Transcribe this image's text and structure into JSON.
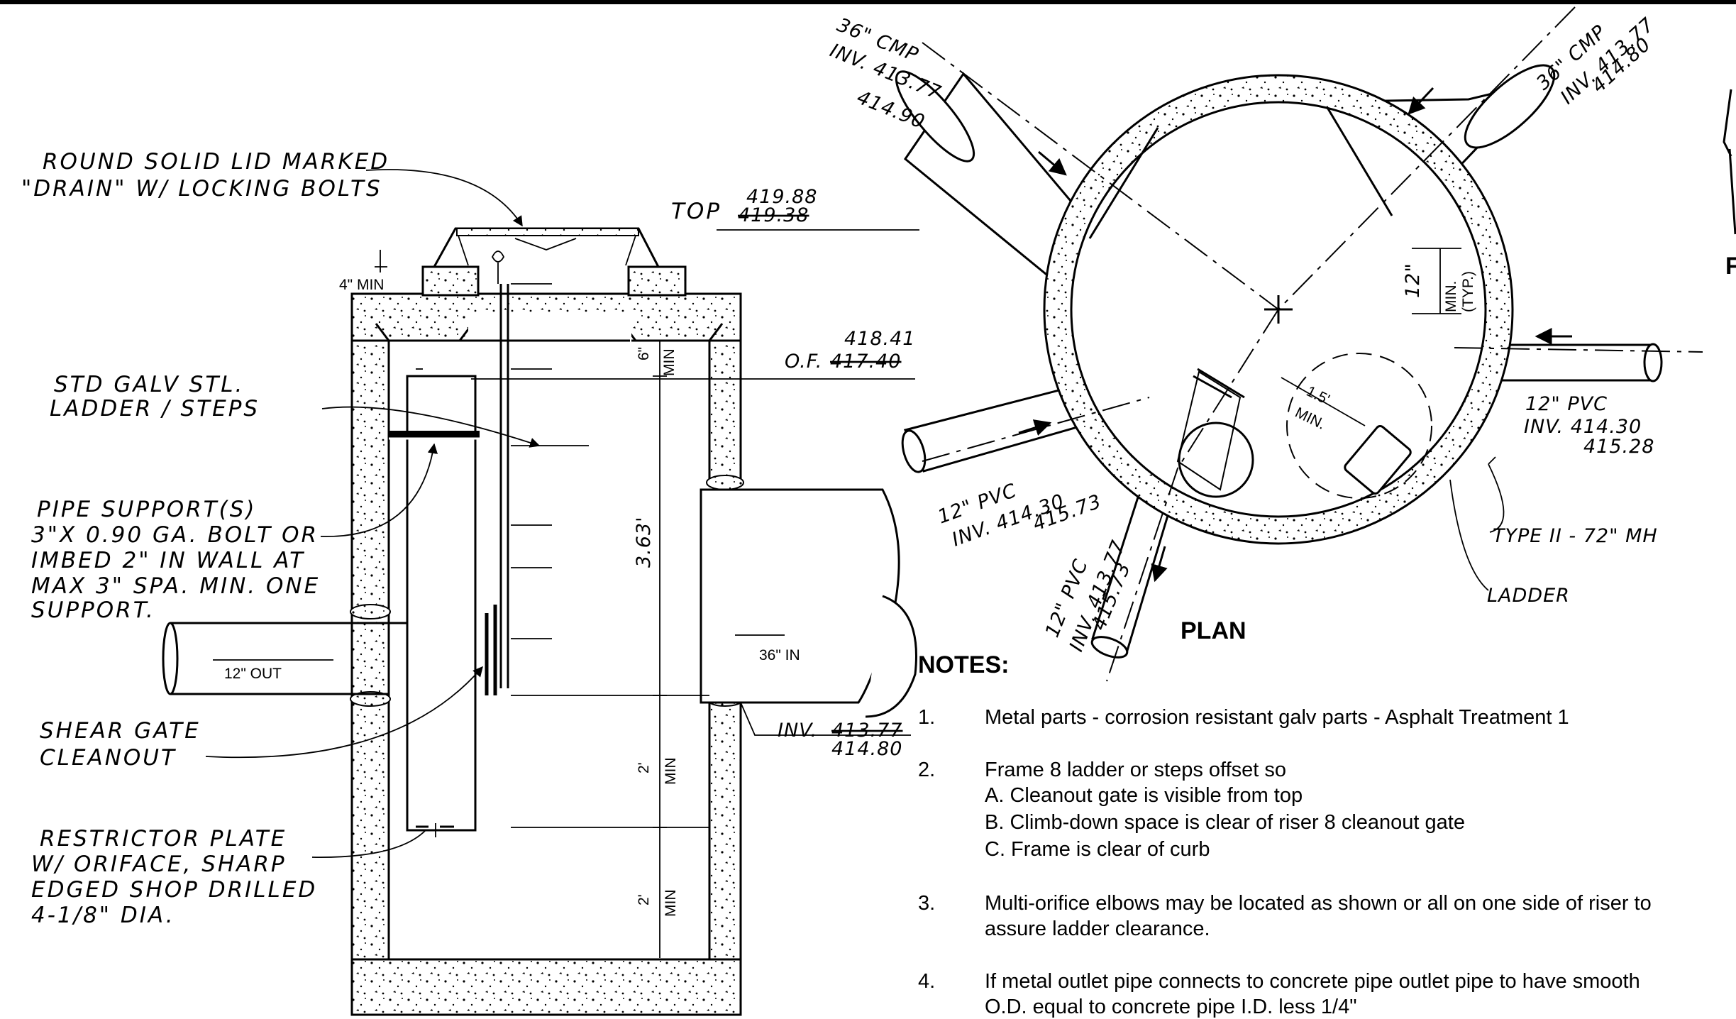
{
  "section_labels": {
    "lid": [
      "ROUND SOLID LID MARKED",
      "\"DRAIN\" W/ LOCKING BOLTS"
    ],
    "ladder": [
      "STD GALV STL.",
      "LADDER / STEPS"
    ],
    "pipe_support": [
      "PIPE SUPPORT(S)",
      "3\"X 0.90 GA. BOLT OR",
      "IMBED 2\" IN WALL AT",
      "MAX 3\" SPA. MIN. ONE",
      "SUPPORT."
    ],
    "shear_gate": [
      "SHEAR GATE",
      "CLEANOUT"
    ],
    "restrictor": [
      "RESTRICTOR PLATE",
      "W/ ORIFACE, SHARP",
      "EDGED SHOP DRILLED",
      "4-1/8\" DIA."
    ],
    "min_4": "4\" MIN",
    "top_label": "TOP",
    "top_new": "419.88",
    "top_old": "419.38",
    "of_label": "O.F.",
    "of_new": "418.41",
    "of_old": "417.40",
    "dim_6_min": "6\"",
    "dim_6_min_b": "MIN",
    "dim_363": "3.63'",
    "dim_2_min": "2'",
    "dim_2_min_b": "MIN",
    "dim_2_min2": "2'",
    "dim_2_min2_b": "MIN",
    "out_pipe": "12\" OUT",
    "in_pipe": "36\" IN",
    "inv_label": "INV.",
    "inv_old": "413.77",
    "inv_new": "414.80"
  },
  "plan_labels": {
    "cmp_left": [
      "36\" CMP",
      "INV. 413.77",
      "414.90"
    ],
    "cmp_right": [
      "36\" CMP",
      "INV. 413.77",
      "414.80"
    ],
    "pvc_right": [
      "12\" PVC",
      "INV. 414.30",
      "415.28"
    ],
    "pvc_left": [
      "12\" PVC",
      "INV. 414.30",
      "415.73"
    ],
    "pvc_bottom": [
      "12\" PVC",
      "INV. 413.77",
      "415.73"
    ],
    "typ": [
      "12\"",
      "MIN.",
      "(TYP.)"
    ],
    "min15": [
      "1.5'",
      "MIN."
    ],
    "mh_type": "TYPE II - 72\" MH",
    "ladder": "LADDER",
    "title": "PLAN"
  },
  "notes": {
    "heading": "NOTES:",
    "items": [
      {
        "num": "1.",
        "lines": [
          "Metal parts - corrosion resistant galv parts - Asphalt Treatment 1"
        ]
      },
      {
        "num": "2.",
        "lines": [
          "Frame 8 ladder or steps offset so",
          "A. Cleanout gate is visible from top",
          "B. Climb-down space is clear of riser 8 cleanout gate",
          "C. Frame is clear of curb"
        ]
      },
      {
        "num": "3.",
        "lines": [
          "Multi-orifice elbows may be located as shown or all on one side of riser to",
          "assure ladder clearance."
        ]
      },
      {
        "num": "4.",
        "lines": [
          "If metal outlet pipe connects to concrete pipe outlet pipe to have smooth",
          "O.D. equal to concrete pipe I.D. less 1/4\""
        ]
      }
    ]
  },
  "edge_fragment": "F"
}
